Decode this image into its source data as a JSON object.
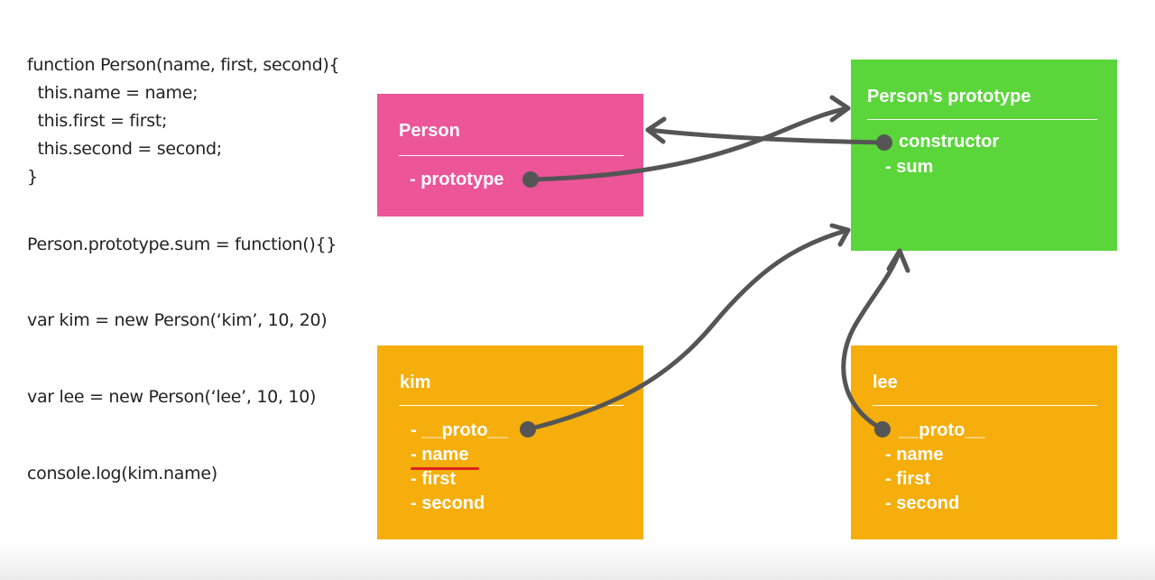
{
  "code": [
    "function Person(name, first, second){",
    "  this.name = name;",
    "  this.first = first;",
    "  this.second = second;",
    "}",
    "Person.prototype.sum = function(){}",
    "var kim = new Person(‘kim’, 10, 20)",
    "var lee = new Person(‘lee’, 10, 10)",
    "console.log(kim.name)"
  ],
  "boxes": {
    "person": {
      "title": "Person",
      "items": [
        "- prototype"
      ],
      "color": "#EC5598"
    },
    "prototype": {
      "title": "Person’s prototype",
      "items": [
        "constructor",
        "- sum"
      ],
      "color": "#5AD63A"
    },
    "kim": {
      "title": "kim",
      "items": [
        "- __proto__",
        "- name",
        "- first",
        "- second"
      ],
      "color": "#F5AE0B"
    },
    "lee": {
      "title": "lee",
      "items": [
        "__proto__",
        "- name",
        "- first",
        "- second"
      ],
      "color": "#F5AE0B"
    }
  },
  "colors": {
    "arrow": "#555555",
    "underline": "#E02020"
  }
}
